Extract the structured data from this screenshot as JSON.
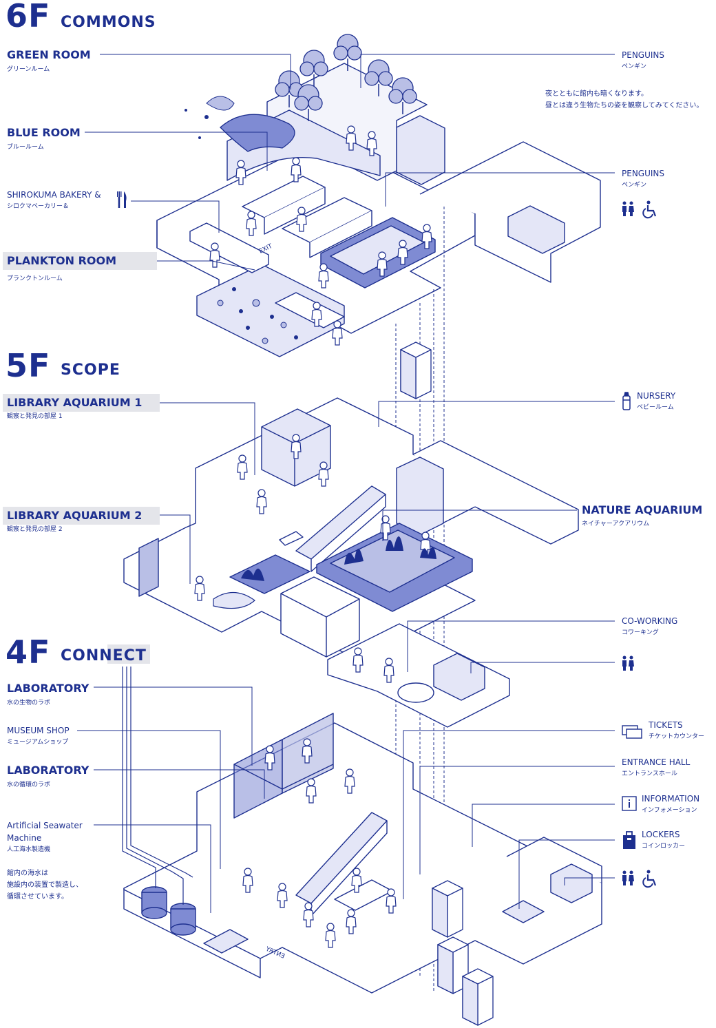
{
  "palette": {
    "ink": "#1d2f8f",
    "tint": "#e4e6f7",
    "mid": "#b9bfe6",
    "fill": "#7f8bd3",
    "hl": "#e4e5ea"
  },
  "floors": {
    "f6": {
      "num": "6F",
      "name": "COMMONS"
    },
    "f5": {
      "num": "5F",
      "name": "SCOPE"
    },
    "f4": {
      "num": "4F",
      "name": "CONNECT"
    }
  },
  "labels": {
    "green_room": {
      "en": "GREEN ROOM",
      "jp": "グリーンルーム"
    },
    "blue_room": {
      "en": "BLUE ROOM",
      "jp": "ブルールーム"
    },
    "bakery": {
      "en": "SHIROKUMA BAKERY &",
      "jp": "シロクマベーカリー＆"
    },
    "plankton": {
      "en": "PLANKTON ROOM",
      "jp": "プランクトンルーム"
    },
    "penguins1": {
      "en": "PENGUINS",
      "jp": "ペンギン"
    },
    "penguins2": {
      "en": "PENGUINS",
      "jp": "ペンギン"
    },
    "library1": {
      "en": "LIBRARY AQUARIUM 1",
      "jp": "観察と発見の部屋 1"
    },
    "library2": {
      "en": "LIBRARY AQUARIUM 2",
      "jp": "観察と発見の部屋 2"
    },
    "nursery": {
      "en": "NURSERY",
      "jp": "ベビールーム"
    },
    "nature": {
      "en": "NATURE AQUARIUM",
      "jp": "ネイチャーアクアリウム"
    },
    "coworking": {
      "en": "CO-WORKING",
      "jp": "コワーキング"
    },
    "lab1": {
      "en": "LABORATORY",
      "jp": "水の生物のラボ"
    },
    "shop": {
      "en": "MUSEUM SHOP",
      "jp": "ミュージアムショップ"
    },
    "lab2": {
      "en": "LABORATORY",
      "jp": "水の循環のラボ"
    },
    "seawater": {
      "en1": "Artificial Seawater",
      "en2": "Machine",
      "jp": "人工海水製造機"
    },
    "tickets": {
      "en": "TICKETS",
      "jp": "チケットカウンター"
    },
    "entrance": {
      "en": "ENTRANCE HALL",
      "jp": "エントランスホール"
    },
    "information": {
      "en": "INFORMATION",
      "jp": "インフォメーション"
    },
    "lockers": {
      "en": "LOCKERS",
      "jp": "コインロッカー"
    }
  },
  "notes": {
    "night1": "夜とともに館内も暗くなります。",
    "night2": "昼とは違う生物たちの姿を観察してみてください。",
    "water1": "館内の海水は",
    "water2": "施設内の装置で製造し、",
    "water3": "循環させています。"
  },
  "floor_marks": {
    "exit": "EXIT",
    "entry": "ENTRY"
  },
  "icons": [
    "fork-knife-icon",
    "restroom-icon",
    "wheelchair-icon",
    "baby-bottle-icon",
    "ticket-icon",
    "info-icon",
    "locker-icon"
  ]
}
